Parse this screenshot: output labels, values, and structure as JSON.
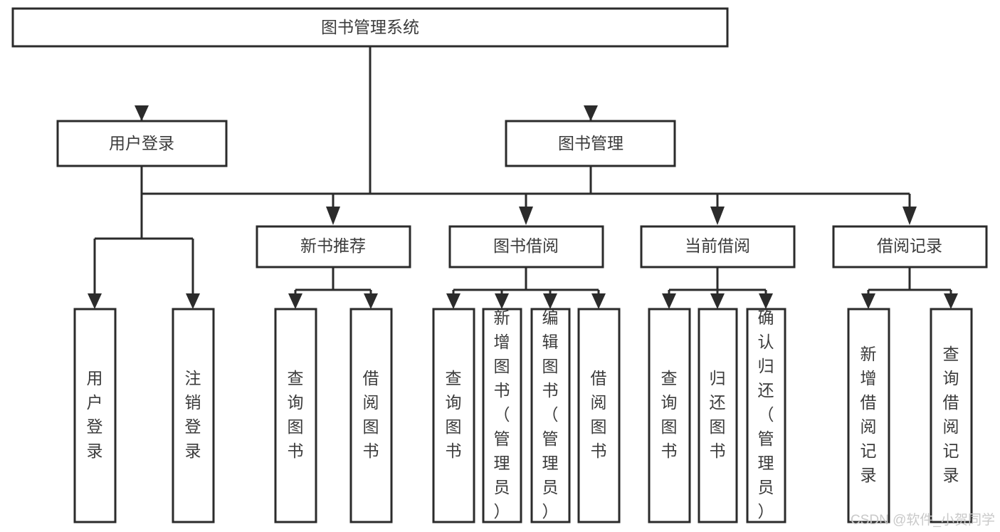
{
  "diagram": {
    "type": "tree",
    "title": "图书管理系统",
    "background_color": "#ffffff",
    "line_color": "#2b2b2b",
    "text_color": "#3b3b3b",
    "watermark": "CSDN @软件_小贺同学",
    "nodes": {
      "root": {
        "label": "图书管理系统",
        "level": 0,
        "orientation": "horizontal"
      },
      "l1": [
        {
          "id": "user-login",
          "label": "用户登录",
          "level": 1,
          "orientation": "horizontal"
        },
        {
          "id": "book-manage",
          "label": "图书管理",
          "level": 1,
          "orientation": "horizontal"
        }
      ],
      "l2": [
        {
          "id": "new-book-recommend",
          "label": "新书推荐",
          "level": 2,
          "orientation": "horizontal",
          "parent": "book-manage"
        },
        {
          "id": "book-borrow",
          "label": "图书借阅",
          "level": 2,
          "orientation": "horizontal",
          "parent": "book-manage"
        },
        {
          "id": "current-borrow",
          "label": "当前借阅",
          "level": 2,
          "orientation": "horizontal",
          "parent": "book-manage"
        },
        {
          "id": "borrow-record",
          "label": "借阅记录",
          "level": 2,
          "orientation": "horizontal",
          "parent": "book-manage"
        }
      ],
      "leaves": [
        {
          "id": "leaf-user-login",
          "label": "用户登录",
          "orientation": "vertical",
          "parent": "user-login"
        },
        {
          "id": "leaf-user-logout",
          "label": "注销登录",
          "orientation": "vertical",
          "parent": "user-login"
        },
        {
          "id": "leaf-query-book-1",
          "label": "查询图书",
          "orientation": "vertical",
          "parent": "new-book-recommend"
        },
        {
          "id": "leaf-borrow-book-1",
          "label": "借阅图书",
          "orientation": "vertical",
          "parent": "new-book-recommend"
        },
        {
          "id": "leaf-query-book-2",
          "label": "查询图书",
          "orientation": "vertical",
          "parent": "book-borrow"
        },
        {
          "id": "leaf-add-book",
          "label": "新增图书（管理员）",
          "orientation": "vertical",
          "parent": "book-borrow"
        },
        {
          "id": "leaf-edit-book",
          "label": "编辑图书（管理员）",
          "orientation": "vertical",
          "parent": "book-borrow"
        },
        {
          "id": "leaf-borrow-book-2",
          "label": "借阅图书",
          "orientation": "vertical",
          "parent": "book-borrow"
        },
        {
          "id": "leaf-query-book-3",
          "label": "查询图书",
          "orientation": "vertical",
          "parent": "current-borrow"
        },
        {
          "id": "leaf-return-book",
          "label": "归还图书",
          "orientation": "vertical",
          "parent": "current-borrow"
        },
        {
          "id": "leaf-confirm-return",
          "label": "确认归还（管理员）",
          "orientation": "vertical",
          "parent": "current-borrow"
        },
        {
          "id": "leaf-add-record",
          "label": "新增借阅记录",
          "orientation": "vertical",
          "parent": "borrow-record"
        },
        {
          "id": "leaf-query-record",
          "label": "查询借阅记录",
          "orientation": "vertical",
          "parent": "borrow-record"
        }
      ]
    }
  }
}
